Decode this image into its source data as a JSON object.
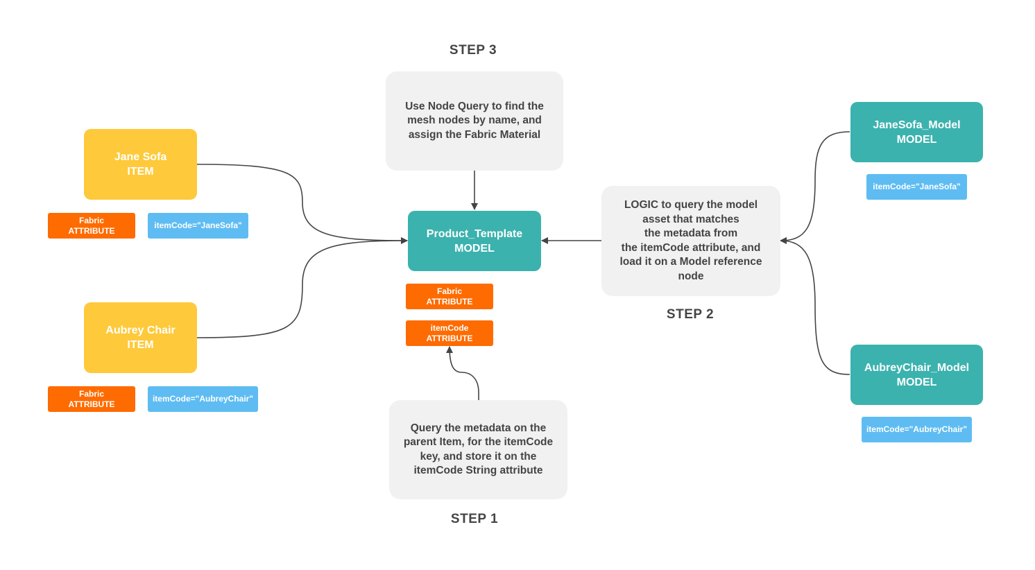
{
  "steps": {
    "step1": "STEP 1",
    "step2": "STEP 2",
    "step3": "STEP 3"
  },
  "notes": {
    "step3_text": [
      "Use Node Query to find the",
      "mesh nodes by name, and",
      "assign the Fabric Material"
    ],
    "step2_text": [
      "LOGIC to query the model",
      "asset that matches",
      "the metadata from",
      "the itemCode attribute, and",
      "load it on a Model reference",
      "node"
    ],
    "step1_text": [
      "Query the metadata on the",
      "parent Item, for the itemCode",
      "key, and store it on the",
      "itemCode String attribute"
    ]
  },
  "items": {
    "jane_sofa": {
      "name": "Jane Sofa",
      "type": "ITEM",
      "attr_name": "Fabric",
      "attr_type": "ATTRIBUTE",
      "code": "itemCode=\"JaneSofa\""
    },
    "aubrey_chair": {
      "name": "Aubrey Chair",
      "type": "ITEM",
      "attr_name": "Fabric",
      "attr_type": "ATTRIBUTE",
      "code": "itemCode=\"AubreyChair\""
    }
  },
  "template": {
    "name": "Product_Template",
    "type": "MODEL",
    "attr1_name": "Fabric",
    "attr1_type": "ATTRIBUTE",
    "attr2_name": "itemCode",
    "attr2_type": "ATTRIBUTE"
  },
  "models": {
    "jane_sofa": {
      "name": "JaneSofa_Model",
      "type": "MODEL",
      "code": "itemCode=\"JaneSofa\""
    },
    "aubrey_chair": {
      "name": "AubreyChair_Model",
      "type": "MODEL",
      "code": "itemCode=\"AubreyChair\""
    }
  },
  "colors": {
    "item": "#fec93a",
    "model": "#3bb2ae",
    "attribute": "#fe6b00",
    "code": "#5ebcf2",
    "note": "#f1f1f1",
    "connector": "#444444"
  }
}
